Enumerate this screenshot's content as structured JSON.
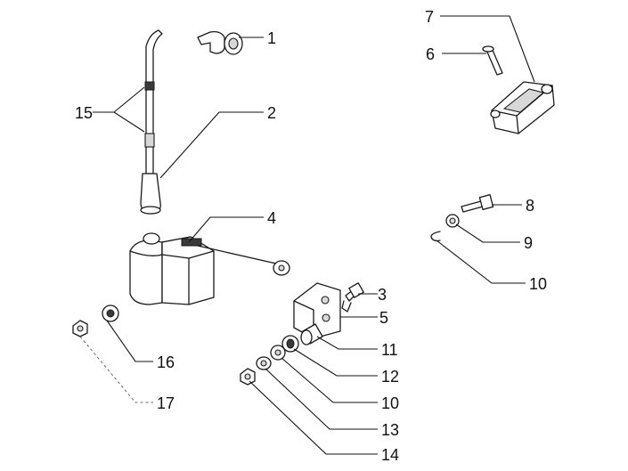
{
  "callouts": {
    "c1": "1",
    "c2": "2",
    "c3": "3",
    "c4": "4",
    "c5": "5",
    "c6": "6",
    "c7": "7",
    "c8": "8",
    "c9": "9",
    "c10a": "10",
    "c10b": "10",
    "c11": "11",
    "c12": "12",
    "c13": "13",
    "c14": "14",
    "c15": "15",
    "c16": "16",
    "c17": "17"
  },
  "colors": {
    "ink": "#1a1a1a",
    "shade": "#d8d8d8",
    "background": "#ffffff"
  }
}
